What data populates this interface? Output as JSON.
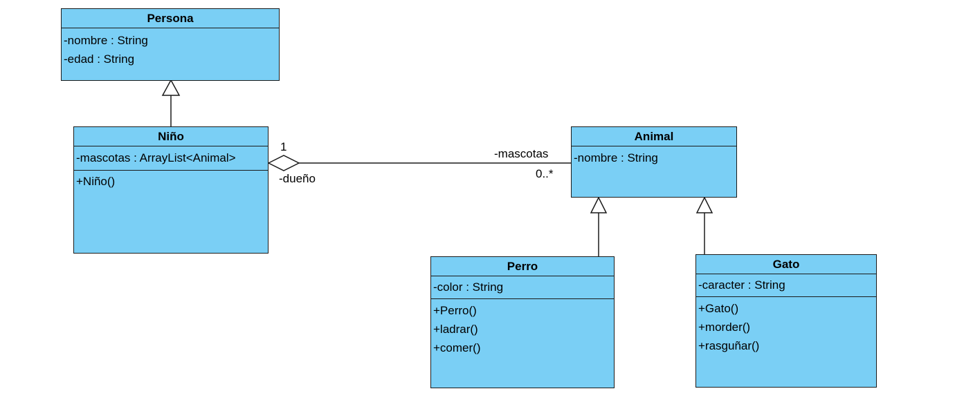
{
  "classes": {
    "persona": {
      "name": "Persona",
      "attributes": [
        "-nombre : String",
        "-edad : String"
      ],
      "methods": []
    },
    "nino": {
      "name": "Niño",
      "attributes": [
        "-mascotas : ArrayList<Animal>"
      ],
      "methods": [
        "+Niño()"
      ]
    },
    "animal": {
      "name": "Animal",
      "attributes": [
        "-nombre : String"
      ],
      "methods": []
    },
    "perro": {
      "name": "Perro",
      "attributes": [
        "-color : String"
      ],
      "methods": [
        "+Perro()",
        "+ladrar()",
        "+comer()"
      ]
    },
    "gato": {
      "name": "Gato",
      "attributes": [
        "-caracter : String"
      ],
      "methods": [
        "+Gato()",
        "+morder()",
        "+rasguñar()"
      ]
    }
  },
  "associations": {
    "aggregation": {
      "owner_multiplicity": "1",
      "owner_role": "-dueño",
      "part_role": "-mascotas",
      "part_multiplicity": "0..*"
    }
  },
  "colors": {
    "class_fill": "#7acff5",
    "line": "#1a1a1a"
  }
}
